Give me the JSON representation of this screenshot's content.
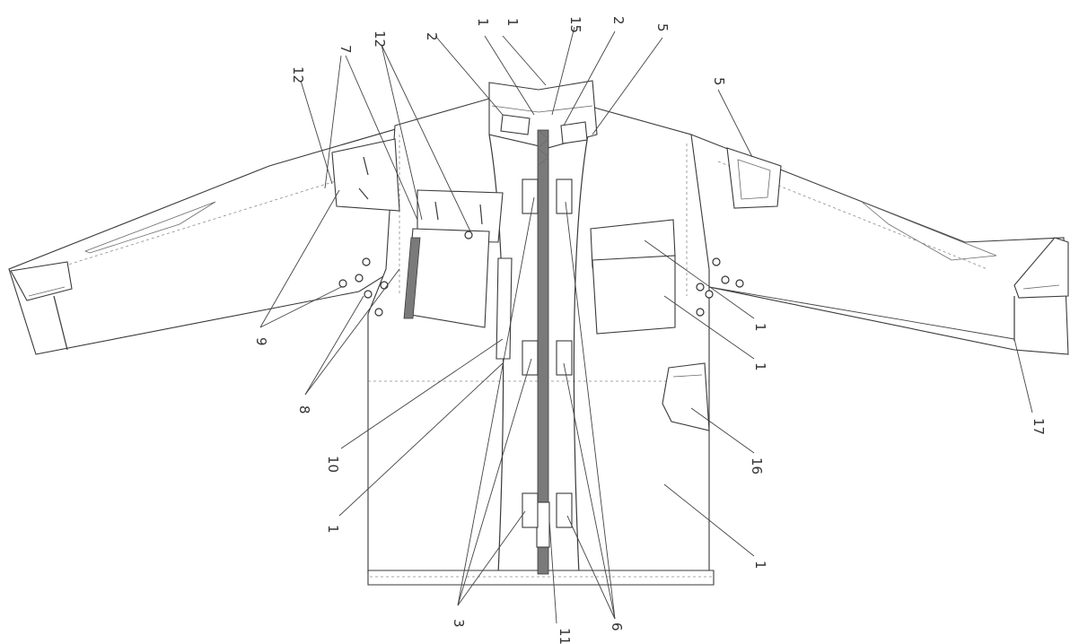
{
  "labels": [
    {
      "id": "l15",
      "text": "15"
    },
    {
      "id": "l2a",
      "text": "2"
    },
    {
      "id": "l2b",
      "text": "2"
    },
    {
      "id": "l1a",
      "text": "1"
    },
    {
      "id": "l1b",
      "text": "1"
    },
    {
      "id": "l5a",
      "text": "5"
    },
    {
      "id": "l5b",
      "text": "5"
    },
    {
      "id": "l12a",
      "text": "12"
    },
    {
      "id": "l12b",
      "text": "12"
    },
    {
      "id": "l7",
      "text": "7"
    },
    {
      "id": "l9",
      "text": "9"
    },
    {
      "id": "l8",
      "text": "8"
    },
    {
      "id": "l10",
      "text": "10"
    },
    {
      "id": "l1c",
      "text": "1"
    },
    {
      "id": "l3",
      "text": "3"
    },
    {
      "id": "l11",
      "text": "11"
    },
    {
      "id": "l6",
      "text": "6"
    },
    {
      "id": "l1d",
      "text": "1"
    },
    {
      "id": "l1e",
      "text": "1"
    },
    {
      "id": "l1f",
      "text": "1"
    },
    {
      "id": "l16",
      "text": "16"
    },
    {
      "id": "l17",
      "text": "17"
    }
  ]
}
